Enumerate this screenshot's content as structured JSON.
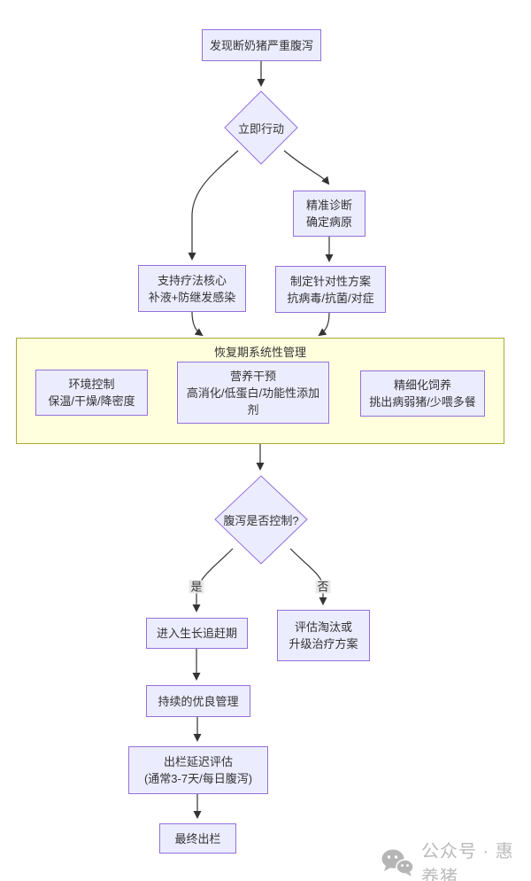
{
  "flow": {
    "start": {
      "label": "发现断奶猪严重腹泻"
    },
    "decision1": {
      "label": "立即行动"
    },
    "diagnose": {
      "line1": "精准诊断",
      "line2": "确定病原"
    },
    "support": {
      "line1": "支持疗法核心",
      "line2": "补液+防继发感染"
    },
    "plan": {
      "line1": "制定针对性方案",
      "line2": "抗病毒/抗菌/对症"
    },
    "recovery": {
      "title": "恢复期系统性管理",
      "env": {
        "line1": "环境控制",
        "line2": "保温/干燥/降密度"
      },
      "nutrition": {
        "line1": "营养干预",
        "line2": "高消化/低蛋白/功能性添加",
        "line3": "剂"
      },
      "feeding": {
        "line1": "精细化饲养",
        "line2": "挑出病弱猪/少喂多餐"
      }
    },
    "decision2": {
      "label": "腹泻是否控制?"
    },
    "edge_yes": "是",
    "edge_no": "否",
    "growth": {
      "label": "进入生长追赶期"
    },
    "evaluate": {
      "line1": "评估淘汰或",
      "line2": "升级治疗方案"
    },
    "manage": {
      "label": "持续的优良管理"
    },
    "delay": {
      "line1": "出栏延迟评估",
      "line2": "(通常3-7天/每日腹泻)"
    },
    "final": {
      "label": "最终出栏"
    }
  },
  "watermark": {
    "label": "公众号 · 惠养猪"
  },
  "colors": {
    "node_fill": "#ECECFF",
    "node_border": "#9370DB",
    "container_fill": "#FFFFDE",
    "container_border": "#AAAA33",
    "edge": "#333333",
    "edge_label_bg": "#E8E8E8",
    "watermark": "#BBBBBB"
  }
}
